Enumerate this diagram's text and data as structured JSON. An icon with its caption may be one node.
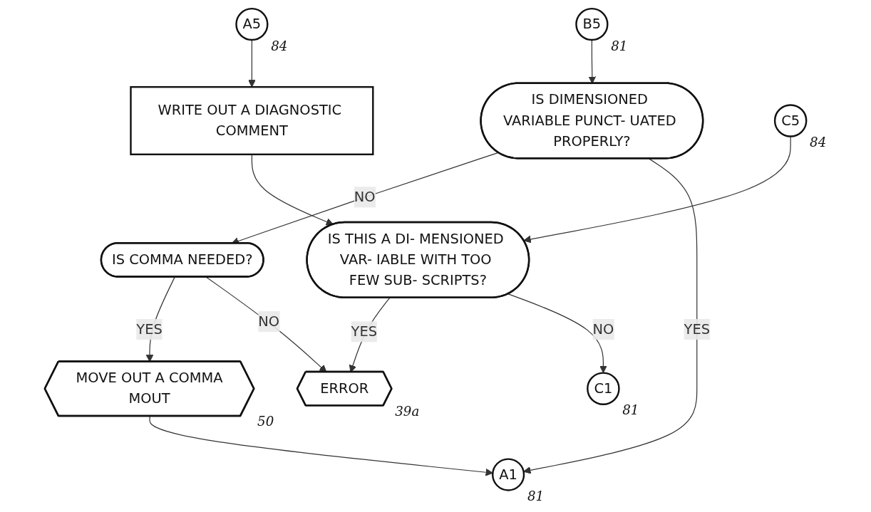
{
  "diagram": {
    "nodes": [
      {
        "text": [
          "A5"
        ],
        "beside": [
          "84"
        ]
      },
      {
        "text": [
          "B5"
        ],
        "beside": [
          "81"
        ]
      },
      {
        "text": [
          "WRITE OUT A DIAGNOSTIC COMMENT"
        ]
      },
      {
        "text": [
          "IS DIMENSIONED VARIABLE PUNCT- UATED PROPERLY?"
        ]
      },
      {
        "text": [
          "C5"
        ],
        "beside": [
          "84"
        ]
      },
      {
        "text": [
          "IS COMMA NEEDED?"
        ]
      },
      {
        "text": [
          "IS THIS A DI- MENSIONED VAR- IABLE WITH TOO FEW SUB- SCRIPTS?"
        ]
      },
      {
        "text": [
          "MOVE OUT A COMMA",
          "MOUT"
        ],
        "beside": [
          "50"
        ]
      },
      {
        "text": [
          "C1"
        ],
        "beside": [
          "81"
        ]
      },
      {
        "text": [
          "ERROR"
        ],
        "beside": [
          "39a"
        ]
      },
      {
        "text": [
          "A1"
        ],
        "beside": [
          "81"
        ]
      }
    ],
    "edges": [
      {
        "from": 0,
        "to": 2,
        "arrow": "to"
      },
      {
        "from": 1,
        "to": 3,
        "arrow": "to"
      },
      {
        "from": 2,
        "to": 6,
        "arrow": "to"
      },
      {
        "from": 4,
        "to": 6,
        "arrow": "to"
      },
      {
        "from": 3,
        "to": 5,
        "arrow": "to",
        "label": "NO"
      },
      {
        "from": 3,
        "to": 10,
        "arrow": "to",
        "label": "YES"
      },
      {
        "from": 5,
        "to": 7,
        "arrow": "to",
        "label": "YES"
      },
      {
        "from": 5,
        "to": 9,
        "arrow": "to",
        "label": "NO"
      },
      {
        "from": 6,
        "to": 9,
        "arrow": "to",
        "label": "YES"
      },
      {
        "from": 6,
        "to": 8,
        "arrow": "to",
        "label": "NO"
      },
      {
        "from": 7,
        "to": 10,
        "arrow": "to"
      }
    ]
  }
}
